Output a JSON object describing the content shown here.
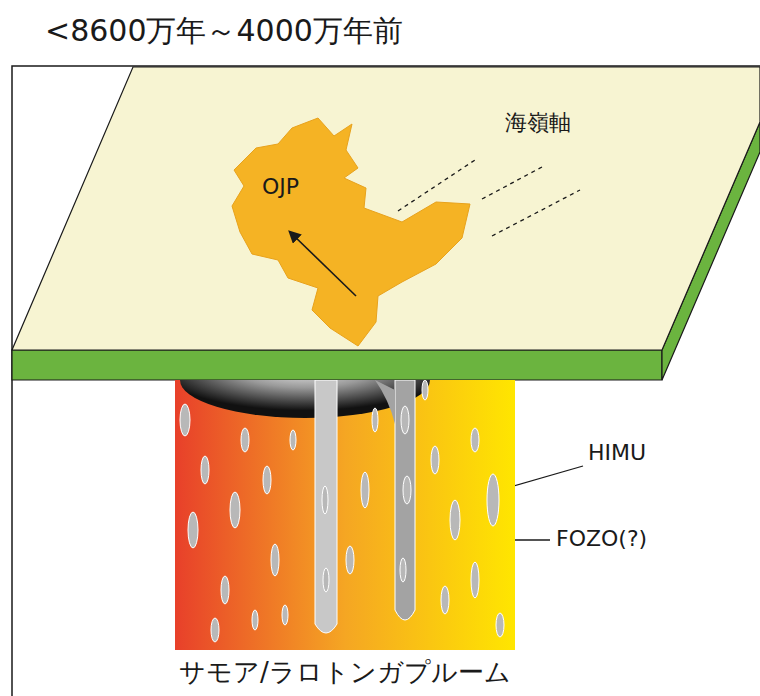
{
  "diagram": {
    "title": "<8600万年～4000万年前",
    "nodes": [
      {
        "text": [
          "OJP"
        ]
      },
      {
        "text": [
          "サモア/ラロトンガプルーム"
        ]
      }
    ],
    "labels": [
      "海嶺軸",
      "HIMU",
      "FOZO(?)"
    ]
  }
}
